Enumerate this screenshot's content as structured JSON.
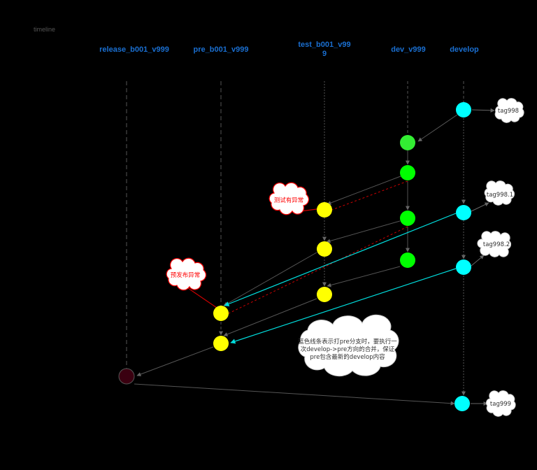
{
  "diagram_label": "timeline",
  "lanes": [
    {
      "id": "release",
      "label": "release_b001_v999"
    },
    {
      "id": "pre",
      "label": "pre_b001_v999"
    },
    {
      "id": "test",
      "label_line1": "test_b001_v99",
      "label_line2": "9"
    },
    {
      "id": "dev",
      "label": "dev_v999"
    },
    {
      "id": "develop",
      "label": "develop"
    }
  ],
  "tags": {
    "tag998": "tag998",
    "tag998_1": "tag998.1",
    "tag998_2": "tag998.2",
    "tag999": "tag999"
  },
  "notes": {
    "test_error": "测试有异常",
    "pre_error": "预发布异常",
    "explain_line1": "蓝色线条表示打pre分支时，要执行一",
    "explain_line2": "次develop->pre方向的合并，保证",
    "explain_line3": "pre包含最新的develop内容"
  },
  "colors": {
    "background": "#000000",
    "lane_header": "#1a6fd1",
    "develop_node": "#00ffff",
    "dev_node": "#00ff00",
    "dev_node_first": "#33ee33",
    "test_pre_node": "#ffff00",
    "release_node": "#3a0010",
    "merge_line": "#555555",
    "cyan_line": "#00dddd",
    "error_line": "#ff0000",
    "error_text": "#ff0000"
  }
}
